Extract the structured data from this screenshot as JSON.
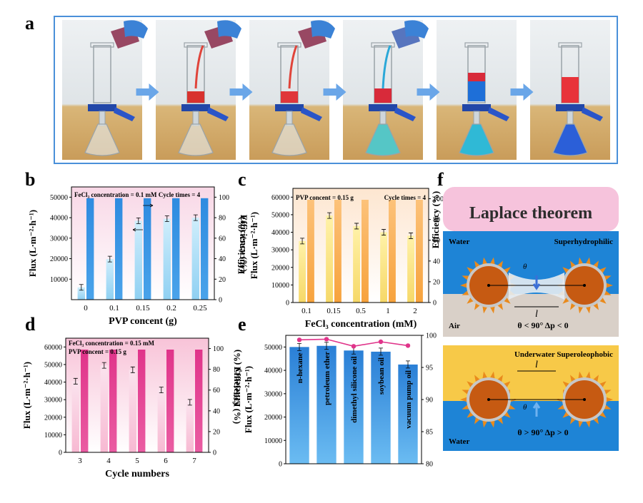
{
  "panel_labels": {
    "a": "a",
    "b": "b",
    "c": "c",
    "d": "d",
    "e": "e",
    "f": "f"
  },
  "colors": {
    "blue_bar": "#2b86de",
    "light_blue": "#bfe2f8",
    "orange": "#f5a623",
    "light_yellow": "#fbe98a",
    "pink": "#e0348a",
    "light_pink": "#f9c9dd",
    "frame_blue": "#4a90d9",
    "cream": "#f2d9a6",
    "laplace_pink": "#f6c3dc",
    "laplace_blue": "#1e84d6",
    "laplace_yellow": "#f7c948",
    "ball": "#c65a12",
    "spike": "#e98a1c"
  },
  "panel_a": {
    "steps": 6,
    "icons": [
      "flask-pouring-icon",
      "arrow-right-icon"
    ]
  },
  "chart_data": [
    {
      "panel": "b",
      "type": "bar",
      "annotation": "FeCl₃ concentration = 0.1 mM   Cycle times = 4",
      "categories": [
        "0",
        "0.1",
        "0.15",
        "0.2",
        "0.25"
      ],
      "xlabel": "PVP concent (g)",
      "ylabel": "Flux (L·m⁻²·h⁻¹)",
      "ylabel_right": "Efficiency (%)",
      "ylim": [
        0,
        55000
      ],
      "yticks": [
        "10000",
        "20000",
        "30000",
        "40000",
        "50000"
      ],
      "ylim_right": [
        0,
        110
      ],
      "yticks_right": [
        "0",
        "20",
        "40",
        "60",
        "80",
        "100"
      ],
      "series": [
        {
          "name": "Flux",
          "axis": "left",
          "values": [
            6000,
            19800,
            38500,
            39500,
            40000
          ]
        },
        {
          "name": "Efficiency",
          "axis": "right",
          "values": [
            99,
            99,
            99,
            99,
            99
          ]
        }
      ]
    },
    {
      "panel": "c",
      "type": "bar",
      "annotation_left": "PVP concent = 0.15 g",
      "annotation_right": "Cycle times = 4",
      "categories": [
        "0.1",
        "0.15",
        "0.5",
        "1",
        "2"
      ],
      "xlabel": "FeCl₃ concentration (mM)",
      "ylabel": "Flux (L·m⁻²·h⁻¹)",
      "ylabel_right": "Efficiency (%)",
      "ylim": [
        0,
        65000
      ],
      "yticks": [
        "0",
        "10000",
        "20000",
        "30000",
        "40000",
        "50000",
        "60000"
      ],
      "ylim_right": [
        0,
        110
      ],
      "yticks_right": [
        "0",
        "20",
        "40",
        "60",
        "80",
        "100"
      ],
      "series": [
        {
          "name": "Flux",
          "axis": "left",
          "values": [
            35000,
            49500,
            43500,
            40000,
            38000
          ]
        },
        {
          "name": "Efficiency",
          "axis": "right",
          "values": [
            99,
            99,
            99,
            99,
            99
          ]
        }
      ]
    },
    {
      "panel": "d",
      "type": "bar",
      "annotation_1": "FeCl₃ concentration = 0.15 mM",
      "annotation_2": "PVP concent = 0.15 g",
      "categories": [
        "3",
        "4",
        "5",
        "6",
        "7"
      ],
      "xlabel": "Cycle numbers",
      "ylabel": "Flux (L·m⁻²·h⁻¹)",
      "ylabel_right": "Efficiency (%)",
      "ylim": [
        0,
        65000
      ],
      "yticks": [
        "0",
        "10000",
        "20000",
        "30000",
        "40000",
        "50000",
        "60000"
      ],
      "ylim_right": [
        0,
        110
      ],
      "yticks_right": [
        "0",
        "20",
        "40",
        "60",
        "80",
        "100"
      ],
      "series": [
        {
          "name": "Flux",
          "axis": "left",
          "values": [
            40500,
            49500,
            47000,
            35500,
            28500
          ]
        },
        {
          "name": "Efficiency",
          "axis": "right",
          "values": [
            99,
            99,
            99,
            99,
            99
          ]
        }
      ]
    },
    {
      "panel": "e",
      "type": "bar",
      "categories": [
        "n-hexane",
        "petroleum ether",
        "dimethyl silicone oil",
        "soybean oil",
        "vacuum pump oil"
      ],
      "ylabel": "Flux (L·m⁻²·h⁻¹)",
      "ylabel_left_extra": "Efficiency (%)",
      "ylabel_right": "Efficiency (%)",
      "ylim": [
        0,
        55000
      ],
      "yticks": [
        "0",
        "10000",
        "20000",
        "30000",
        "40000",
        "50000"
      ],
      "ylim_right": [
        80,
        100
      ],
      "yticks_right": [
        "80",
        "85",
        "90",
        "95",
        "100"
      ],
      "series": [
        {
          "name": "Flux",
          "axis": "left",
          "values": [
            50000,
            50500,
            48500,
            48000,
            42500
          ]
        },
        {
          "name": "Efficiency",
          "axis": "right",
          "type": "line",
          "values": [
            99.3,
            99.4,
            98.3,
            99.0,
            98.4
          ]
        }
      ]
    }
  ],
  "panel_f": {
    "title": "Laplace theorem",
    "top": {
      "left_label": "Water",
      "right_label": "Superhydrophilic",
      "bottom_left": "Air",
      "condition": "θ < 90°  Δp < 0",
      "theta": "θ",
      "length": "l"
    },
    "bottom": {
      "header": "Underwater Superoleophobic",
      "bottom_left": "Water",
      "condition": "θ > 90°  Δp > 0",
      "theta": "θ",
      "length": "l"
    },
    "side_label": "Efficiency (%)"
  }
}
